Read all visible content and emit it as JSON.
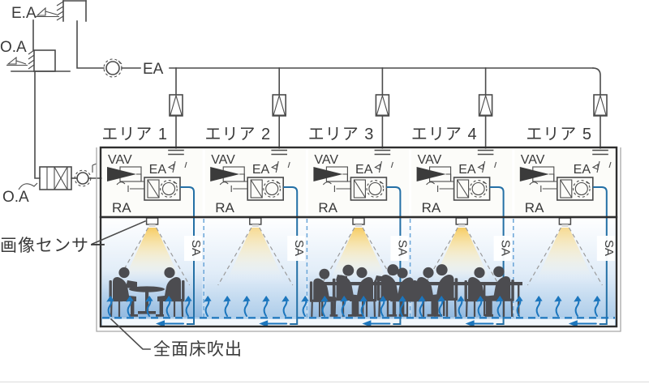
{
  "labels": {
    "exhaust_air": "E.A",
    "outside_air_top": "O.A",
    "outside_air_unit": "O.A",
    "ea_duct": "EA",
    "image_sensor": "画像センサー",
    "floor_outlet": "全面床吹出"
  },
  "zone_labels": {
    "vav": "VAV",
    "ea": "EA",
    "ra": "RA",
    "sa": "SA"
  },
  "zones": [
    {
      "name": "エリア 1",
      "occupied": true,
      "occupants": 2
    },
    {
      "name": "エリア 2",
      "occupied": false,
      "occupants": 0
    },
    {
      "name": "エリア 3",
      "occupied": true,
      "occupants": 5
    },
    {
      "name": "エリア 4",
      "occupied": true,
      "occupants": 4
    },
    {
      "name": "エリア 5",
      "occupied": false,
      "occupants": 0
    }
  ],
  "colors": {
    "line": "#4b4b4b",
    "border": "#2e2e2e",
    "outer": "#a8a8a8",
    "supply_air": "#2470a6",
    "divider": "#6aa5d8",
    "flow_arrow": "#1c76bd",
    "light_cone": "#f6c95a",
    "people": "#4c4c50",
    "plenum_bg": "#fcfcf9",
    "text": "#3a3a3a"
  }
}
